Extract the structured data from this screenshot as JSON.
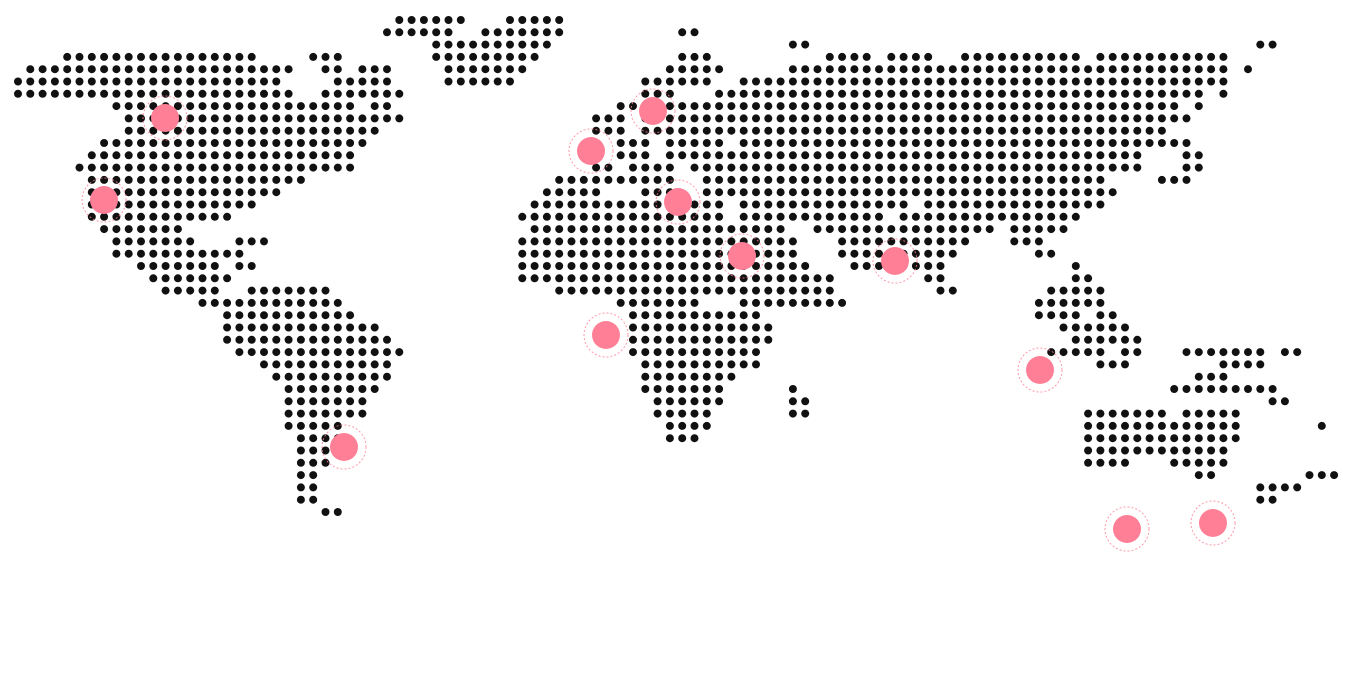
{
  "map": {
    "style": "dotted-world-map",
    "dot_color": "#111111",
    "marker_color": "#ff8096",
    "background": "#ffffff",
    "marker_icon": "location-pulse-icon",
    "markers": [
      {
        "id": "canada"
      },
      {
        "id": "us-west"
      },
      {
        "id": "brazil"
      },
      {
        "id": "uk"
      },
      {
        "id": "scandinavia"
      },
      {
        "id": "central-europe"
      },
      {
        "id": "middle-east"
      },
      {
        "id": "west-africa"
      },
      {
        "id": "india"
      },
      {
        "id": "singapore"
      },
      {
        "id": "west-australia"
      },
      {
        "id": "east-australia"
      }
    ]
  }
}
